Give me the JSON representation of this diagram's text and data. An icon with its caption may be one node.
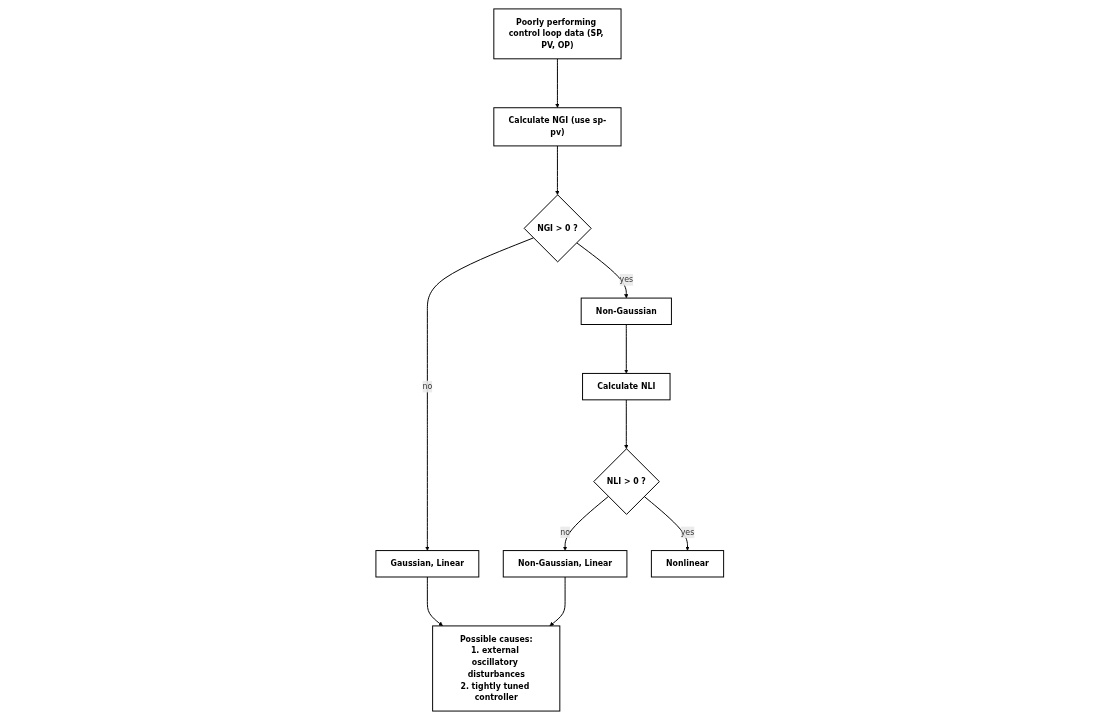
{
  "diagram": {
    "nodes": [
      {
        "text": [
          "Poorly performing control loop data (SP, PV, OP)"
        ]
      },
      {
        "text": [
          "Calculate NGI (use sp-pv)"
        ]
      },
      {
        "text": [
          "NGI > 0 ?"
        ]
      },
      {
        "text": [
          "Gaussian, Linear"
        ]
      },
      {
        "text": [
          "Non-Gaussian"
        ]
      },
      {
        "text": [
          "Calculate NLI"
        ]
      },
      {
        "text": [
          "NLI > 0 ?"
        ]
      },
      {
        "text": [
          "Possible causes:",
          "1. external oscillatory disturbances",
          "2. tightly tuned controller"
        ]
      },
      {
        "text": [
          "Non-Gaussian, Linear"
        ]
      },
      {
        "text": [
          "Nonlinear"
        ]
      }
    ],
    "edges": [
      {
        "from": 0,
        "to": 1,
        "arrow": "to"
      },
      {
        "from": 1,
        "to": 2,
        "arrow": "to"
      },
      {
        "from": 2,
        "to": 3,
        "arrow": "to",
        "label": "no"
      },
      {
        "from": 2,
        "to": 4,
        "arrow": "to",
        "label": "yes"
      },
      {
        "from": 3,
        "to": 7,
        "arrow": "to"
      },
      {
        "from": 4,
        "to": 5,
        "arrow": "to"
      },
      {
        "from": 5,
        "to": 6,
        "arrow": "to"
      },
      {
        "from": 6,
        "to": 8,
        "arrow": "to",
        "label": "no"
      },
      {
        "from": 8,
        "to": 7,
        "arrow": "to"
      },
      {
        "from": 6,
        "to": 9,
        "arrow": "to",
        "label": "yes"
      }
    ]
  }
}
